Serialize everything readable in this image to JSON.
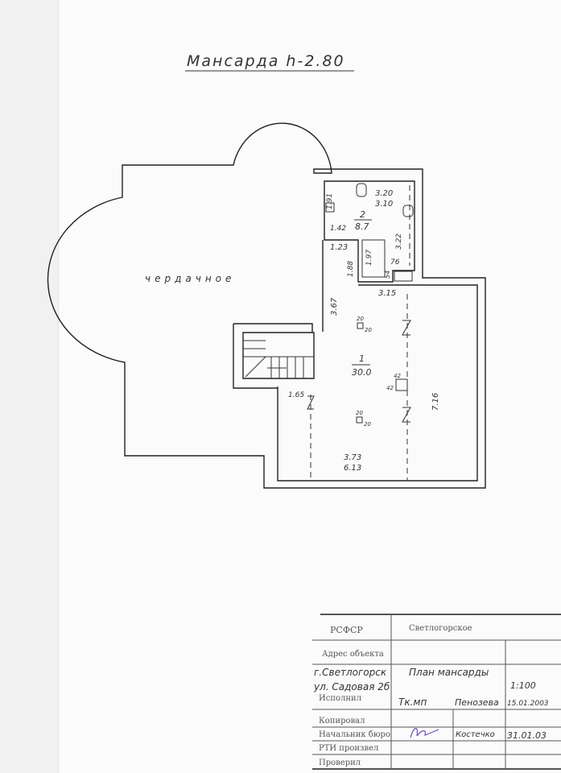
{
  "title": "Мансарда h-2.80",
  "attic_label": "чердачное",
  "room2": {
    "number": "2",
    "area": "8.7",
    "dims": [
      "3.20",
      "3.10",
      "1.91",
      "3.22",
      "1.42",
      "1.23",
      "1.88",
      "1.97",
      "76",
      "54"
    ]
  },
  "room1": {
    "number": "1",
    "area": "30.0",
    "dims": [
      "3.15",
      "3.67",
      "7.16",
      "1.65",
      "3.73",
      "6.13"
    ],
    "columns": [
      "20",
      "20",
      "42",
      "42",
      "20",
      "20"
    ]
  },
  "title_block": {
    "country": "РСФСР",
    "bureau": "Светлогорское",
    "address_label": "Адрес объекта",
    "address_line1": "г.Светлогорск",
    "address_line2": "ул. Садовая 2б",
    "sheet_title": "План мансарды",
    "scale": "1:100",
    "performed_label": "Исполнил",
    "performed_role": "Тк.мп",
    "performed_name": "Пенозева",
    "performed_date": "15.01.2003",
    "copied_label": "Копировал",
    "head_label": "Начальник бюро",
    "head_name": "Костечко",
    "head_date": "31.01.03",
    "rti_label": "РТИ произвел",
    "checked_label": "Проверил"
  }
}
